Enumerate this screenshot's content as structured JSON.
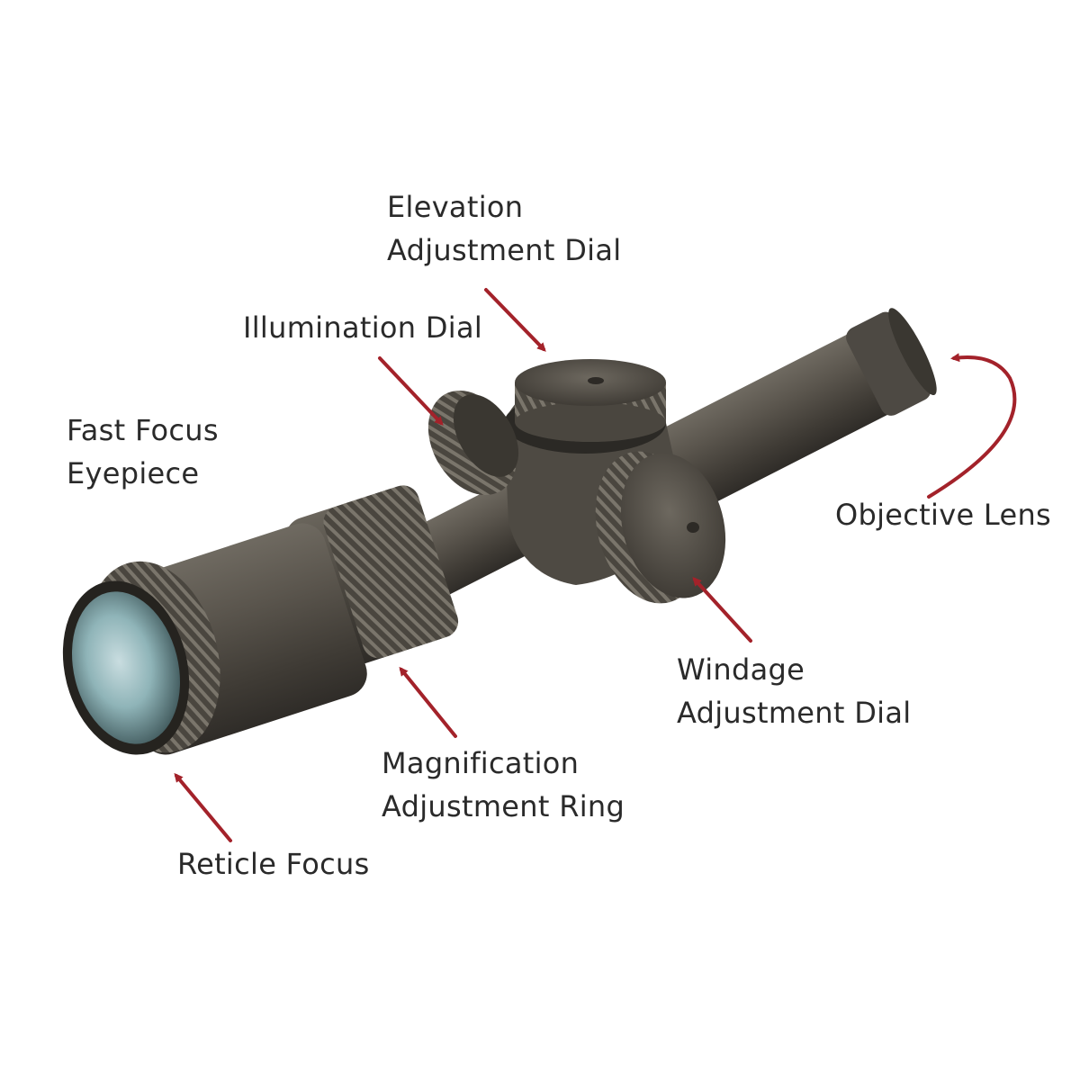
{
  "labels": {
    "elevation": [
      "Elevation",
      "Adjustment Dial"
    ],
    "illumination": [
      "Illumination Dial"
    ],
    "fast_focus": [
      "Fast Focus",
      "Eyepiece"
    ],
    "objective": [
      "Objective Lens"
    ],
    "windage": [
      "Windage",
      "Adjustment Dial"
    ],
    "magnification": [
      "Magnification",
      "Adjustment Ring"
    ],
    "reticle": [
      "Reticle Focus"
    ]
  },
  "colors": {
    "arrow": "#a3222a",
    "scope_body": "#57524a",
    "scope_dark": "#3a3731",
    "label_text": "#2a2a2a",
    "lens": "#8fb4b8"
  }
}
